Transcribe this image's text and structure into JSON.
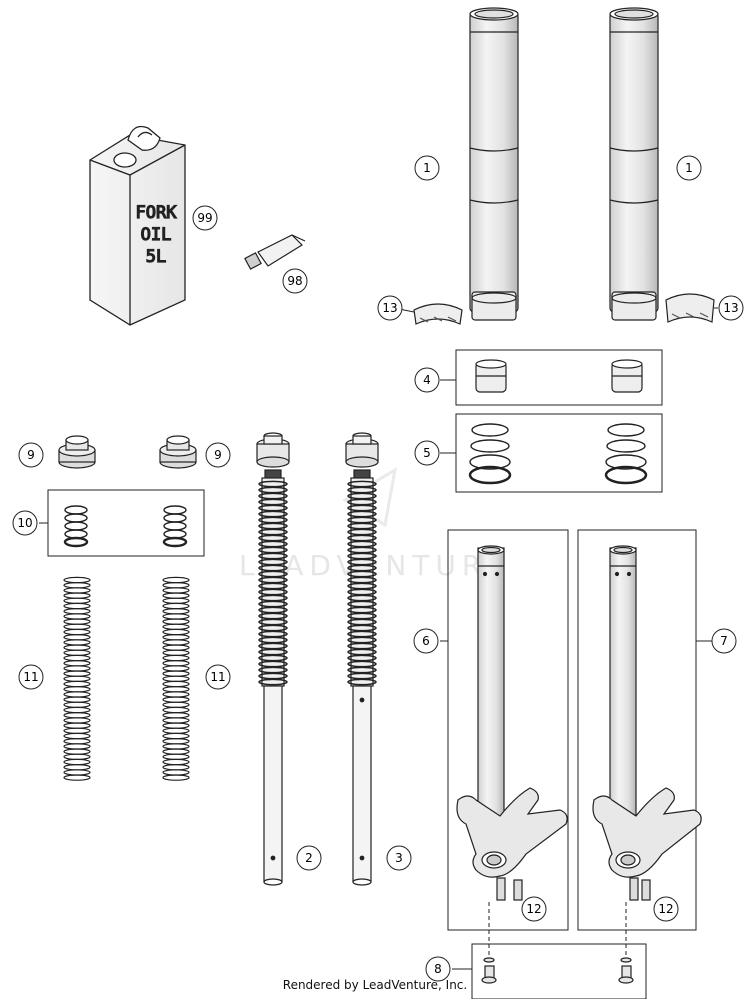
{
  "can": {
    "line1": "FORK",
    "line2": "OIL",
    "line3": "5L"
  },
  "watermark": "LEADVENTURE",
  "footer": "Rendered by LeadVenture, Inc.",
  "callouts": {
    "c1a": "1",
    "c1b": "1",
    "c2": "2",
    "c3": "3",
    "c4": "4",
    "c5": "5",
    "c6": "6",
    "c7": "7",
    "c8": "8",
    "c9a": "9",
    "c9b": "9",
    "c10": "10",
    "c11a": "11",
    "c11b": "11",
    "c12a": "12",
    "c12b": "12",
    "c13a": "13",
    "c13b": "13",
    "c98": "98",
    "c99": "99"
  }
}
